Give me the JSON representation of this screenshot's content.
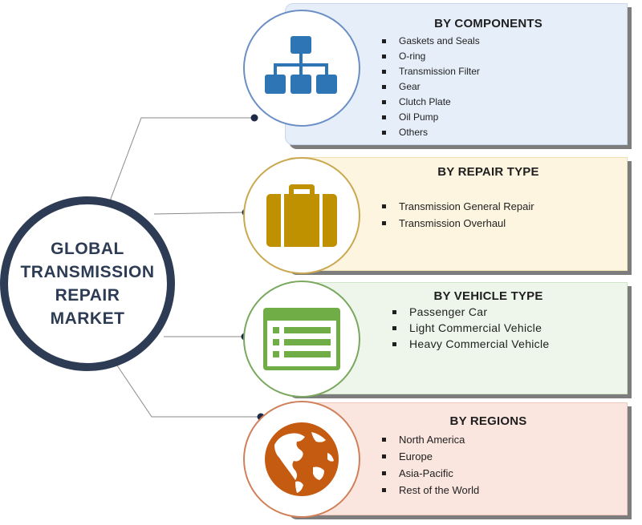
{
  "center": {
    "title_lines": [
      "GLOBAL",
      "TRANSMISSION",
      "REPAIR",
      "MARKET"
    ]
  },
  "colors": {
    "center_ring": "#2d3c54",
    "components_accent": "#2e75b6",
    "repair_accent": "#bf9000",
    "vehicle_accent": "#70ad47",
    "regions_accent": "#c55a11"
  },
  "segments": [
    {
      "title": "BY COMPONENTS",
      "icon": "hierarchy-icon",
      "items": [
        "Gaskets and Seals",
        "O-ring",
        "Transmission Filter",
        "Gear",
        "Clutch Plate",
        "Oil Pump",
        "Others"
      ]
    },
    {
      "title": "BY REPAIR TYPE",
      "icon": "briefcase-icon",
      "items": [
        "Transmission General Repair",
        "Transmission Overhaul"
      ]
    },
    {
      "title": "BY VEHICLE TYPE",
      "icon": "list-window-icon",
      "items": [
        "Passenger Car",
        "Light Commercial Vehicle",
        "Heavy Commercial Vehicle"
      ]
    },
    {
      "title": "BY REGIONS",
      "icon": "globe-icon",
      "items": [
        "North America",
        "Europe",
        "Asia-Pacific",
        "Rest of the World"
      ]
    }
  ]
}
